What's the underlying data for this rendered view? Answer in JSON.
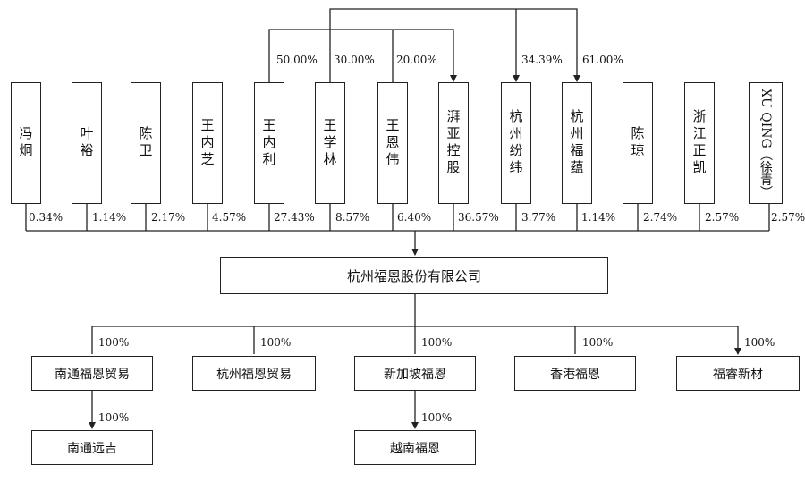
{
  "shareholders": [
    {
      "name": "冯炯",
      "pct": "0.34%"
    },
    {
      "name": "叶裕",
      "pct": "1.14%"
    },
    {
      "name": "陈卫",
      "pct": "2.17%"
    },
    {
      "name": "王内芝",
      "pct": "4.57%"
    },
    {
      "name": "王内利",
      "pct": "27.43%"
    },
    {
      "name": "王学林",
      "pct": "8.57%"
    },
    {
      "name": "王恩伟",
      "pct": "6.40%"
    },
    {
      "name": "湃亚控股",
      "pct": "36.57%"
    },
    {
      "name": "杭州纷纬",
      "pct": "3.77%"
    },
    {
      "name": "杭州福蕴",
      "pct": "1.14%"
    },
    {
      "name": "陈琼",
      "pct": "2.74%"
    },
    {
      "name": "浙江正凯",
      "pct": "2.57%"
    },
    {
      "name": "XU QING（徐青）",
      "pct": "2.57%"
    }
  ],
  "top_links": {
    "wang_neili_to_paiya": "50.00%",
    "wang_xuelin_to_paiya": "30.00%",
    "wang_enwei_to_paiya": "20.00%",
    "wang_xuelin_to_fenwei": "34.39%",
    "wang_xuelin_to_fuyun": "61.00%"
  },
  "company": "杭州福恩股份有限公司",
  "subsidiaries": [
    {
      "name": "南通福恩贸易",
      "pct": "100%"
    },
    {
      "name": "杭州福恩贸易",
      "pct": "100%"
    },
    {
      "name": "新加坡福恩",
      "pct": "100%"
    },
    {
      "name": "香港福恩",
      "pct": "100%"
    },
    {
      "name": "福睿新材",
      "pct": "100%"
    }
  ],
  "sub_subsidiaries": [
    {
      "name": "南通远吉",
      "pct": "100%"
    },
    {
      "name": "越南福恩",
      "pct": "100%"
    }
  ]
}
